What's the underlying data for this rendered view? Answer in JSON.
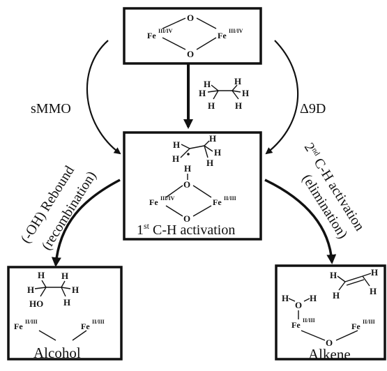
{
  "diagram": {
    "top_box": {
      "oxo_top": "O",
      "oxo_bottom": "O",
      "fe_left": "Fe",
      "fe_left_ox": "III/IV",
      "fe_right": "Fe",
      "fe_right_ox": "III/IV"
    },
    "substrate": {
      "atom": "H"
    },
    "left_enzyme": "sMMO",
    "right_enzyme": "Δ9D",
    "middle_box": {
      "h_label": "H",
      "o_label": "O",
      "fe_left": "Fe",
      "fe_left_ox": "III/IV",
      "fe_right": "Fe",
      "fe_right_ox": "II/III",
      "caption_num": "1",
      "caption_sup": "st",
      "caption_rest": " C-H activation"
    },
    "left_pathway": {
      "line1": "(-OH) Rebound",
      "line2": "(recombination)"
    },
    "right_pathway": {
      "line1_num": "2",
      "line1_sup": "nd",
      "line1_rest": " C-H activation",
      "line2": "(elimination)"
    },
    "alcohol_box": {
      "ho_label": "HO",
      "fe_left": "Fe",
      "fe_left_ox": "II/III",
      "fe_right": "Fe",
      "fe_right_ox": "II/III",
      "caption": "Alcohol"
    },
    "alkene_box": {
      "h_label": "H",
      "o_label": "O",
      "fe_left": "Fe",
      "fe_left_ox": "II/III",
      "fe_right": "Fe",
      "fe_right_ox": "II/III",
      "o_bridge": "O",
      "caption": "Alkene"
    }
  }
}
